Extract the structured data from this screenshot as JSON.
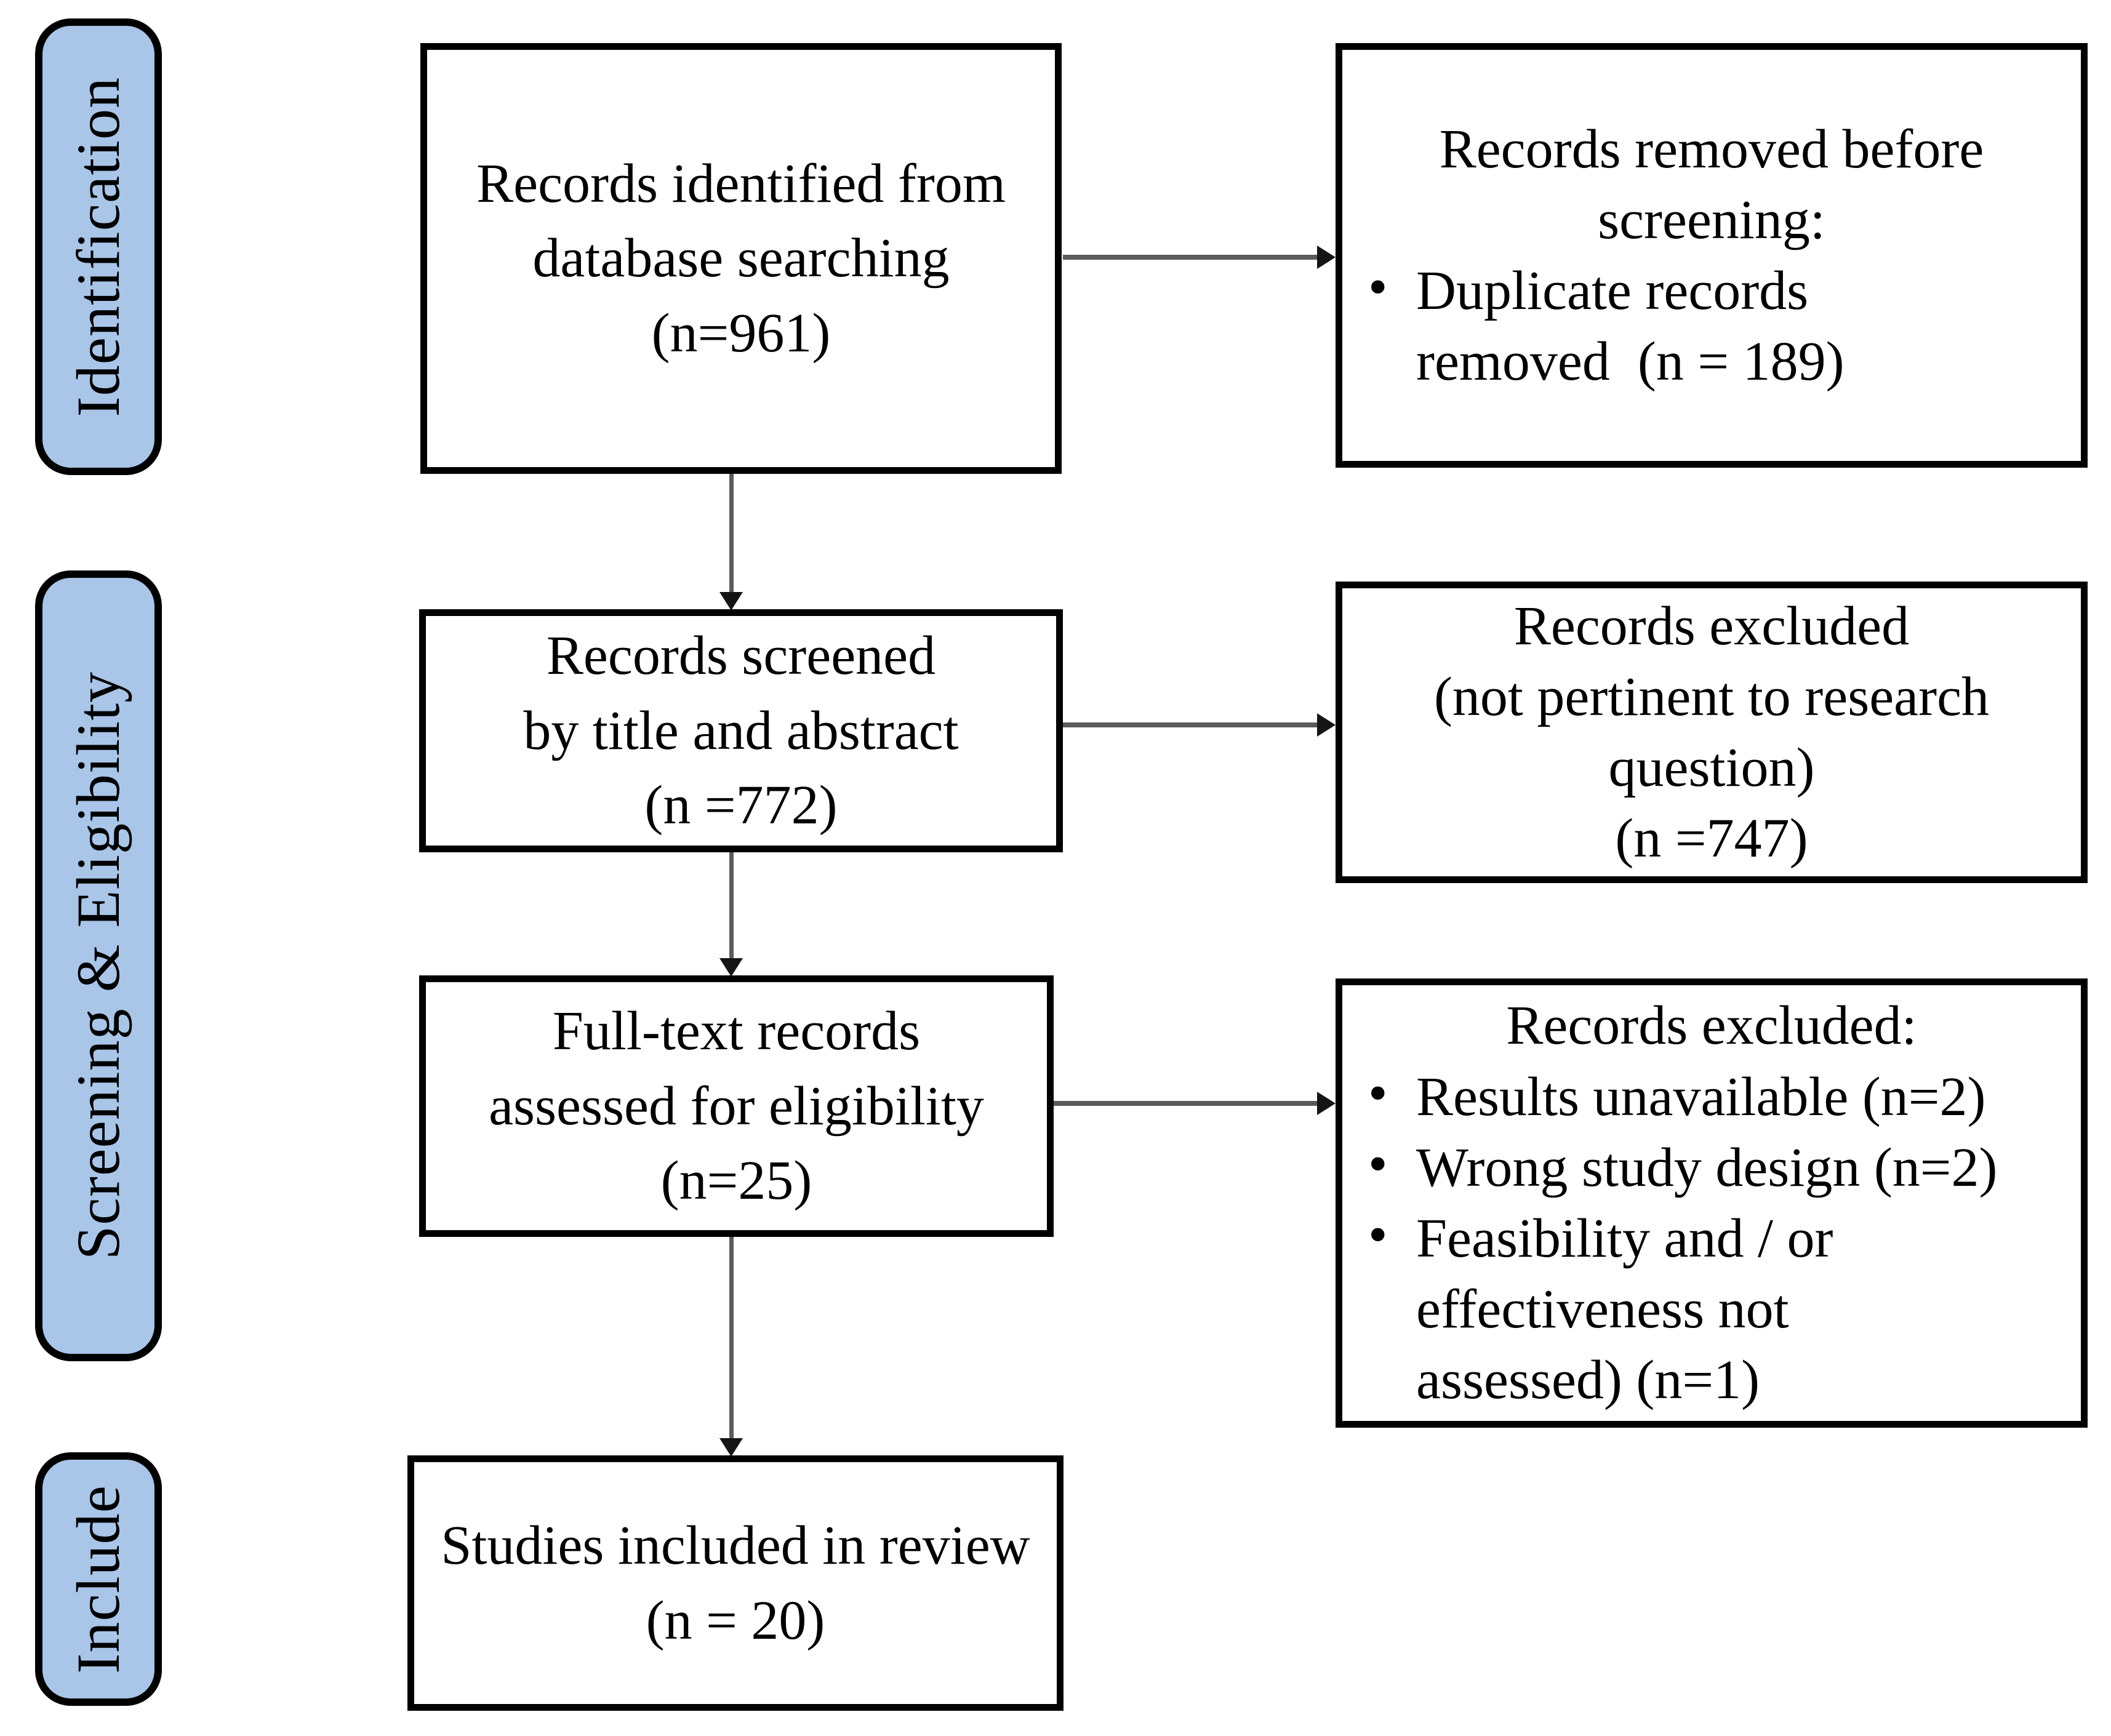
{
  "diagram": {
    "colors": {
      "background": "#ffffff",
      "stage_fill": "#a9c5e8",
      "box_border": "#000000",
      "text_color": "#000000",
      "arrow_shaft": "#5b5b5b",
      "arrow_head": "#151515"
    },
    "bullet_glyph": "•",
    "stages": [
      {
        "label": "Identification"
      },
      {
        "label": "Screening & Eligibility"
      },
      {
        "label": "Include"
      }
    ],
    "main_boxes": [
      {
        "text": "Records identified from\ndatabase searching\n(n=961)"
      },
      {
        "text": "Records screened\nby title and abstract\n(n =772)"
      },
      {
        "text": "Full-text records\nassessed for eligibility\n(n=25)"
      },
      {
        "text": "Studies included in review\n(n = 20)"
      }
    ],
    "side_boxes": [
      {
        "title": "Records removed before\nscreening:",
        "bullets": [
          "Duplicate records\nremoved  (n = 189)"
        ]
      },
      {
        "title": "Records excluded\n(not pertinent to research\nquestion)\n(n =747)",
        "bullets": []
      },
      {
        "title": "Records excluded:",
        "bullets": [
          "Results unavailable (n=2)",
          "Wrong study design (n=2)",
          "Feasibility and / or\neffectiveness not\nassessed) (n=1)"
        ]
      }
    ]
  }
}
